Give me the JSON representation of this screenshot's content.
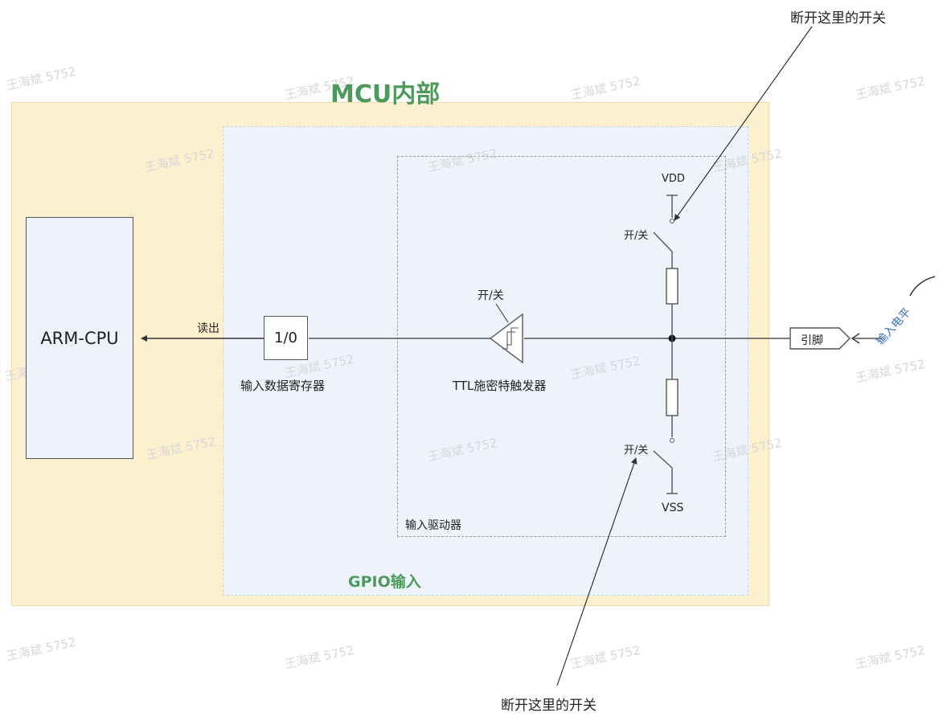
{
  "diagram": {
    "mcu_title": "MCU内部",
    "gpio_title": "GPIO输入",
    "cpu_label": "ARM-CPU",
    "read_label": "读出",
    "register_value": "1/0",
    "register_label": "输入数据寄存器",
    "switch_label_ttl": "开/关",
    "ttl_label": "TTL施密特触发器",
    "vdd_label": "VDD",
    "vss_label": "VSS",
    "switch_label_top": "开/关",
    "switch_label_bottom": "开/关",
    "driver_label": "输入驱动器",
    "pin_label": "引脚",
    "input_level_label": "输入电平",
    "annotation_top": "断开这里的开关",
    "annotation_bottom": "断开这里的开关",
    "watermark": "王海斌 5752"
  },
  "colors": {
    "mcu_fill": "#fdf0cf",
    "gpio_fill": "#eef2fb",
    "title_green": "#4e9a5c",
    "input_level_blue": "#3a6fb5"
  }
}
